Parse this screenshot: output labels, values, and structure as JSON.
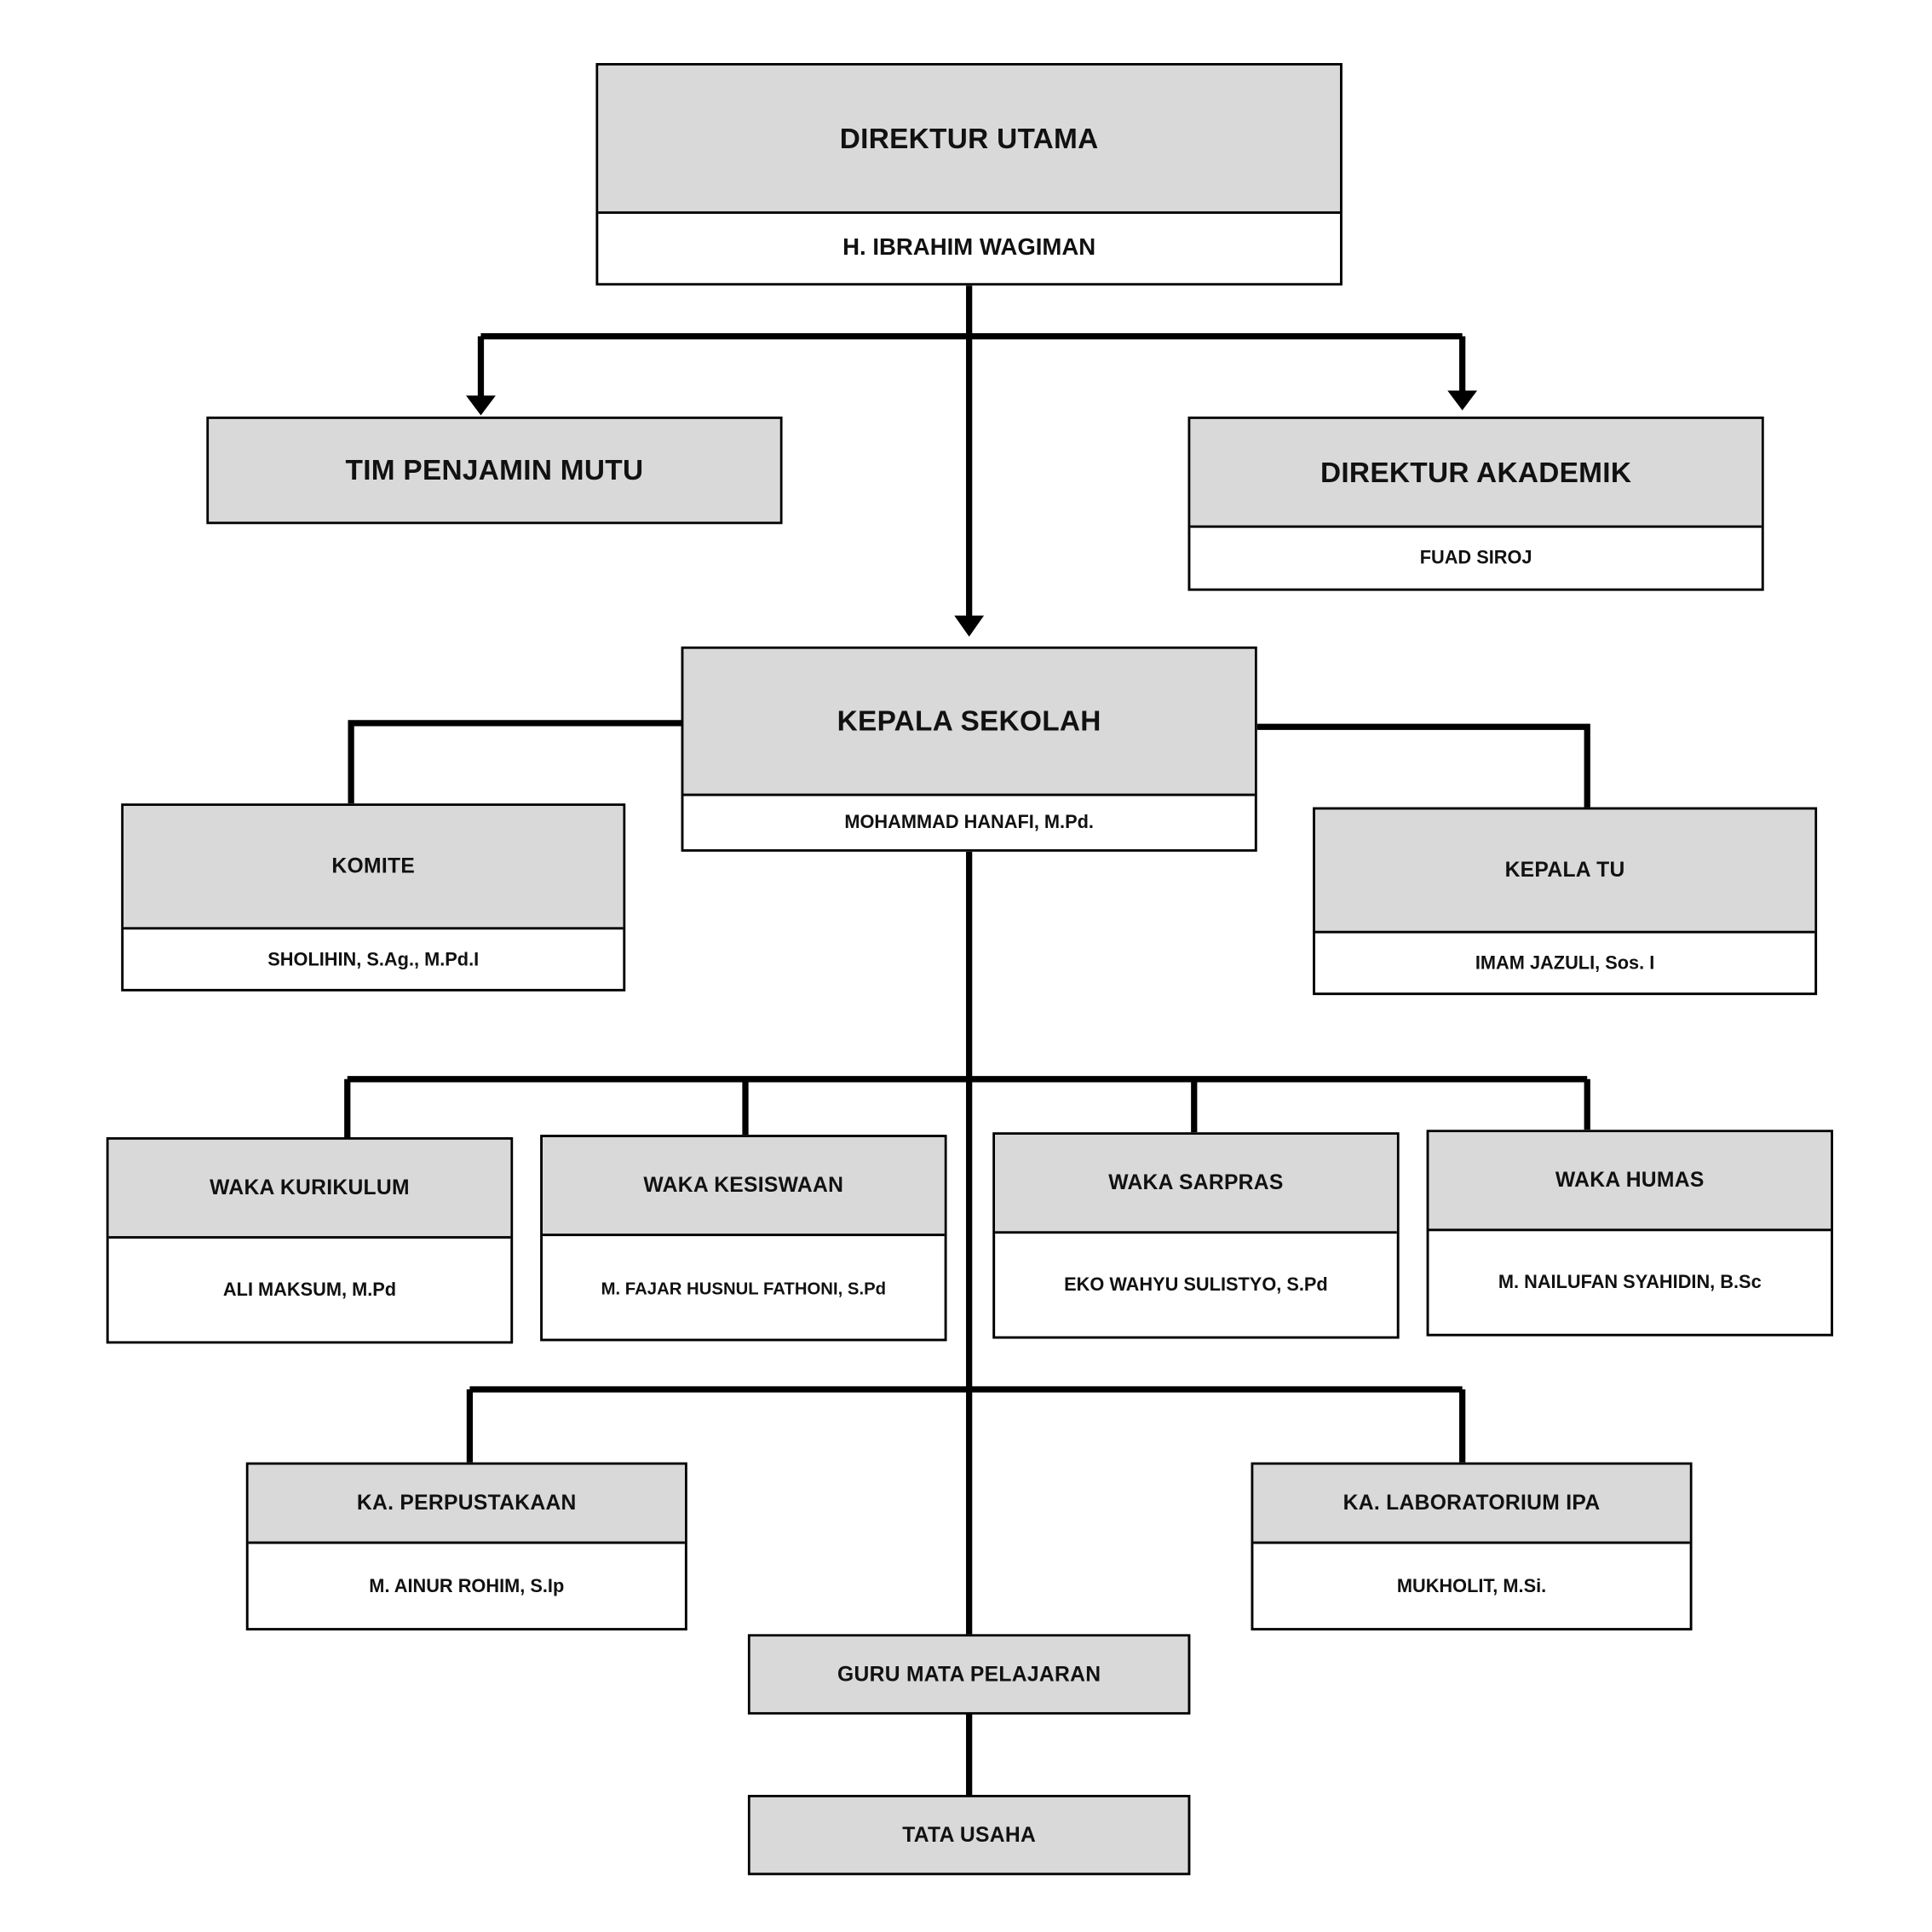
{
  "chart": {
    "direktur_utama": {
      "title": "DIREKTUR UTAMA",
      "name": "H. IBRAHIM WAGIMAN"
    },
    "tim_penjamin_mutu": {
      "title": "TIM PENJAMIN MUTU"
    },
    "direktur_akademik": {
      "title": "DIREKTUR AKADEMIK",
      "name": "FUAD SIROJ"
    },
    "kepala_sekolah": {
      "title": "KEPALA SEKOLAH",
      "name": "MOHAMMAD HANAFI, M.Pd."
    },
    "komite": {
      "title": "KOMITE",
      "name": "SHOLIHIN, S.Ag., M.Pd.I"
    },
    "kepala_tu": {
      "title": "KEPALA TU",
      "name": "IMAM JAZULI, Sos. I"
    },
    "waka_kurikulum": {
      "title": "WAKA KURIKULUM",
      "name": "ALI MAKSUM, M.Pd"
    },
    "waka_kesiswaan": {
      "title": "WAKA KESISWAAN",
      "name": "M. FAJAR HUSNUL FATHONI, S.Pd"
    },
    "waka_sarpras": {
      "title": "WAKA SARPRAS",
      "name": "EKO WAHYU SULISTYO, S.Pd"
    },
    "waka_humas": {
      "title": "WAKA HUMAS",
      "name": "M. NAILUFAN SYAHIDIN, B.Sc"
    },
    "ka_perpustakaan": {
      "title": "KA. PERPUSTAKAAN",
      "name": "M. AINUR ROHIM, S.Ip"
    },
    "ka_laboratorium_ipa": {
      "title": "KA. LABORATORIUM IPA",
      "name": "MUKHOLIT, M.Si."
    },
    "guru_mata_pelajaran": {
      "title": "GURU MATA PELAJARAN"
    },
    "tata_usaha": {
      "title": "TATA USAHA"
    }
  },
  "colors": {
    "header_fill": "#d9d9d9",
    "name_fill": "#ffffff",
    "line": "#000000"
  }
}
